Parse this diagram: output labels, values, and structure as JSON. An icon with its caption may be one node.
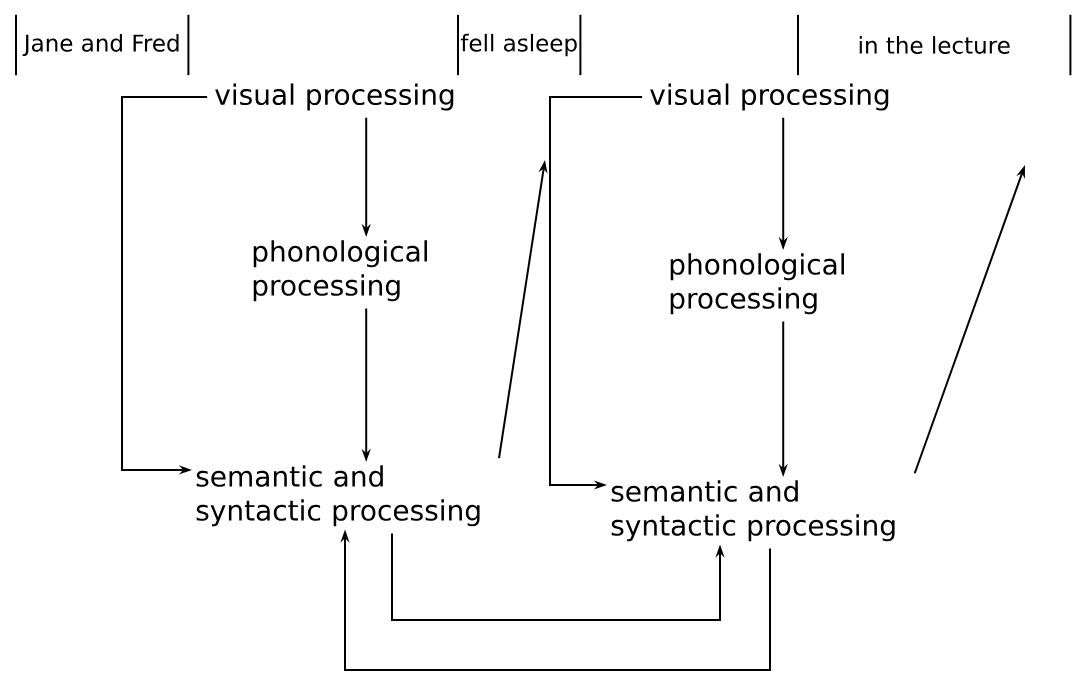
{
  "diagram": {
    "nodes": [
      {
        "text": [
          "Jane and Fred"
        ]
      },
      {
        "text": [
          "fell asleep"
        ]
      },
      {
        "text": [
          "in the lecture"
        ]
      },
      {
        "text": [
          "visual processing"
        ]
      },
      {
        "text": [
          "phonological processing"
        ]
      },
      {
        "text": [
          "semantic and syntactic processing"
        ]
      },
      {
        "text": [
          "visual processing"
        ]
      },
      {
        "text": [
          "phonological processing"
        ]
      },
      {
        "text": [
          "semantic and syntactic processing"
        ]
      }
    ],
    "edges": [
      {
        "from": 3,
        "to": 4,
        "arrow": "to"
      },
      {
        "from": 4,
        "to": 5,
        "arrow": "to"
      },
      {
        "from": 3,
        "to": 5,
        "arrow": "to"
      },
      {
        "from": 5,
        "to": null,
        "arrow": "to"
      },
      {
        "from": 6,
        "to": 7,
        "arrow": "to"
      },
      {
        "from": 7,
        "to": 8,
        "arrow": "to"
      },
      {
        "from": 6,
        "to": 8,
        "arrow": "to"
      },
      {
        "from": 8,
        "to": null,
        "arrow": "to"
      },
      {
        "from": 5,
        "to": 8,
        "arrow": "to"
      },
      {
        "from": 8,
        "to": 5,
        "arrow": "to"
      }
    ]
  }
}
